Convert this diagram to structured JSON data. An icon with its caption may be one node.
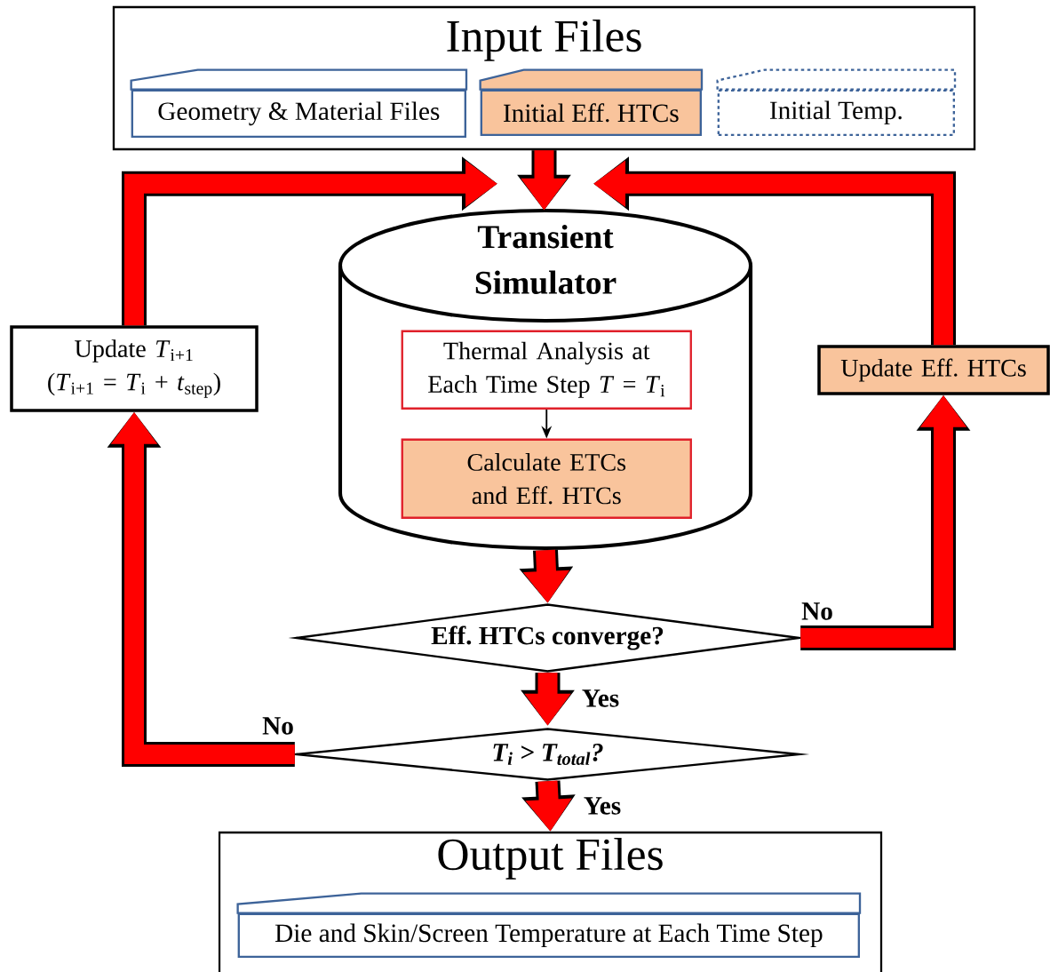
{
  "diagram": {
    "nodes": [
      {
        "text": [
          "Input Files"
        ]
      },
      {
        "text": [
          "Geometry & Material Files"
        ],
        "in": 0
      },
      {
        "text": [
          "Initial Eff. HTCs"
        ],
        "in": 0
      },
      {
        "text": [
          "Initial Temp."
        ],
        "in": 0
      },
      {
        "text": [
          "Transient Simulator"
        ]
      },
      {
        "text": [
          "Thermal Analysis at Each Time Step *T* = *T*$_{i}$"
        ],
        "in": 4
      },
      {
        "text": [
          "Calculate ETCs and Eff. HTCs"
        ],
        "in": 4
      },
      {
        "text": [
          "Eff. HTCs converge?"
        ]
      },
      {
        "text": [
          "T$_{i}$ > T$_{total}$?"
        ]
      },
      {
        "text": [
          "Update Eff. HTCs"
        ]
      },
      {
        "text": [
          "Update *T*$_{i+1}$ (*T*$_{i+1}$ = *T*$_{i}$ + *t*$_{step}$)"
        ]
      },
      {
        "text": [
          "Output Files"
        ]
      },
      {
        "text": [
          "Die and Skin/Screen Temperature at Each Time Step"
        ],
        "in": 11
      }
    ],
    "edges": [
      {
        "from": 0,
        "to": 4,
        "arrow": "to"
      },
      {
        "from": 10,
        "to": 4,
        "arrow": "to"
      },
      {
        "from": 9,
        "to": 4,
        "arrow": "to"
      },
      {
        "from": 4,
        "to": 7,
        "arrow": "to"
      },
      {
        "from": 7,
        "to": 9,
        "arrow": "to",
        "label": "No"
      },
      {
        "from": 7,
        "to": 8,
        "arrow": "to",
        "label": "Yes"
      },
      {
        "from": 8,
        "to": 10,
        "arrow": "to",
        "label": "No"
      },
      {
        "from": 8,
        "to": 11,
        "arrow": "to",
        "label": "Yes"
      },
      {
        "from": 5,
        "to": 6,
        "arrow": "to",
        "color": "#000000"
      }
    ]
  }
}
